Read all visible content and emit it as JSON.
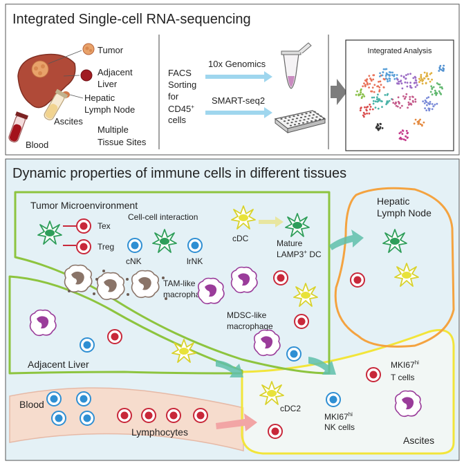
{
  "top_panel": {
    "title": "Integrated Single-cell RNA-sequencing",
    "tissues": {
      "tumor": "Tumor",
      "adjacent_liver_line1": "Adjacent",
      "adjacent_liver_line2": "Liver",
      "hepatic_ln_line1": "Hepatic",
      "hepatic_ln_line2": "Lymph Node",
      "ascites": "Ascites",
      "blood": "Blood",
      "multiple_line1": "Multiple",
      "multiple_line2": "Tissue Sites"
    },
    "facs": {
      "line1": "FACS",
      "line2": "Sorting",
      "line3": "for",
      "line4": "CD45",
      "line4_sup": "+",
      "line5": "cells"
    },
    "platforms": {
      "tenx": "10x Genomics",
      "smartseq": "SMART-seq2"
    },
    "analysis_title": "Integrated Analysis"
  },
  "bottom_panel": {
    "title": "Dynamic properties of immune cells in different tissues",
    "regions": {
      "tme": "Tumor Microenvironment",
      "hepatic_line1": "Hepatic",
      "hepatic_line2": "Lymph Node",
      "adjacent": "Adjacent Liver",
      "blood": "Blood",
      "ascites": "Ascites"
    },
    "labels": {
      "tex": "Tex",
      "treg": "Treg",
      "interaction": "Cell-cell interaction",
      "cnk": "cNK",
      "lrnk": "lrNK",
      "cdc": "cDC",
      "mature_line1": "Mature",
      "mature_line2": "LAMP3",
      "mature_sup": "+",
      "mature_line2_end": " DC",
      "tam_line1": "TAM-like",
      "tam_line2": "macrophage",
      "mdsc_line1": "MDSC-like",
      "mdsc_line2": "macrophage",
      "lymphocytes": "Lymphocytes",
      "cdc2": "cDC2",
      "mki_nk_prefix": "MKI67",
      "mki_nk_sup": "hi",
      "mki_nk_line2": "NK cells",
      "mki_t_prefix": "MKI67",
      "mki_t_sup": "hi",
      "mki_t_line2": "T cells"
    }
  },
  "colors": {
    "tme_border": "#8dc43f",
    "hepatic_border": "#f4a340",
    "ascites_border": "#f2e53a",
    "blood_fill": "#f6dccd",
    "bottom_bg": "#e4f1f6",
    "arrow_teal": "#5fc0aa",
    "arrow_blue": "#8fd1ec",
    "arrow_gray": "#7d7d7d",
    "t_cell": "#c8283a",
    "nk_cell": "#2f8fd3",
    "dc_green": "#2f9e5a",
    "dc_yellow": "#e8e23a",
    "macrophage": "#9a3c9a",
    "tam": "#8a7468"
  }
}
